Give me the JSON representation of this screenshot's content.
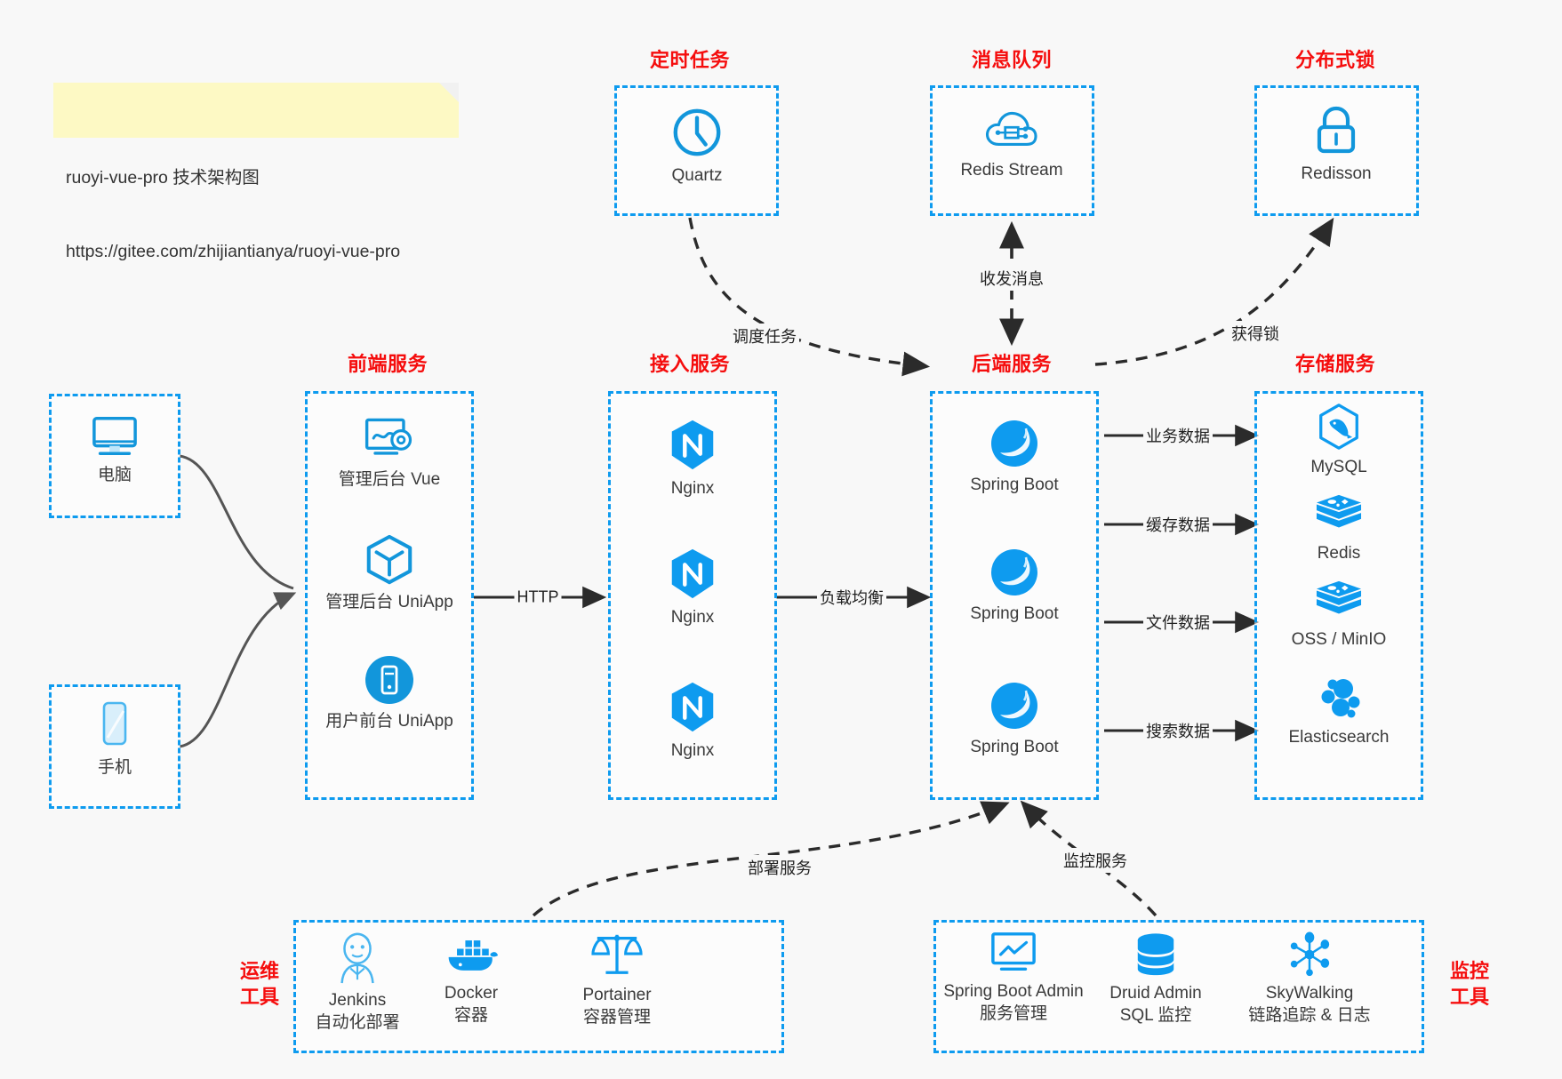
{
  "note": {
    "line1": "ruoyi-vue-pro 技术架构图",
    "line2": "https://gitee.com/zhijiantianya/ruoyi-vue-pro"
  },
  "colors": {
    "accent_blue": "#0e9bef",
    "header_red": "#f50d0d",
    "icon_blue": "#1296db",
    "background": "#f8f8f8",
    "note_yellow": "#fdf9c4",
    "edge_gray": "#4d4d4d"
  },
  "sections": {
    "scheduler": {
      "title": "定时任务"
    },
    "mq": {
      "title": "消息队列"
    },
    "lock": {
      "title": "分布式锁"
    },
    "frontend": {
      "title": "前端服务"
    },
    "gateway": {
      "title": "接入服务"
    },
    "backend": {
      "title": "后端服务"
    },
    "storage": {
      "title": "存储服务"
    },
    "devops": {
      "title": "运维\n工具"
    },
    "monitor": {
      "title": "监控\n工具"
    }
  },
  "nodes": {
    "quartz": {
      "label": "Quartz",
      "icon": "clock-icon"
    },
    "redis_stream": {
      "label": "Redis Stream",
      "icon": "cloud-stream-icon"
    },
    "redisson": {
      "label": "Redisson",
      "icon": "lock-icon"
    },
    "computer": {
      "label": "电脑",
      "icon": "desktop-monitor-icon"
    },
    "phone": {
      "label": "手机",
      "icon": "mobile-phone-icon"
    },
    "admin_vue": {
      "label": "管理后台 Vue",
      "icon": "dashboard-gear-icon"
    },
    "admin_uniapp": {
      "label": "管理后台 UniApp",
      "icon": "hexagon-cube-icon"
    },
    "user_uniapp": {
      "label": "用户前台 UniApp",
      "icon": "phone-circle-icon"
    },
    "nginx1": {
      "label": "Nginx",
      "icon": "nginx-icon"
    },
    "nginx2": {
      "label": "Nginx",
      "icon": "nginx-icon"
    },
    "nginx3": {
      "label": "Nginx",
      "icon": "nginx-icon"
    },
    "springboot1": {
      "label": "Spring Boot",
      "icon": "spring-leaf-icon"
    },
    "springboot2": {
      "label": "Spring Boot",
      "icon": "spring-leaf-icon"
    },
    "springboot3": {
      "label": "Spring Boot",
      "icon": "spring-leaf-icon"
    },
    "mysql": {
      "label": "MySQL",
      "icon": "mysql-dolphin-icon"
    },
    "redis": {
      "label": "Redis",
      "icon": "redis-stack-icon"
    },
    "oss_minio": {
      "label": "OSS / MinIO",
      "icon": "redis-stack-icon"
    },
    "elasticsearch": {
      "label": "Elasticsearch",
      "icon": "elasticsearch-icon"
    },
    "jenkins": {
      "label": "Jenkins",
      "sub": "自动化部署",
      "icon": "jenkins-butler-icon"
    },
    "docker": {
      "label": "Docker",
      "sub": "容器",
      "icon": "docker-whale-icon"
    },
    "portainer": {
      "label": "Portainer",
      "sub": "容器管理",
      "icon": "scales-icon"
    },
    "sba": {
      "label": "Spring Boot Admin",
      "sub": "服务管理",
      "icon": "monitor-chart-icon"
    },
    "druid": {
      "label": "Druid Admin",
      "sub": "SQL 监控",
      "icon": "database-icon"
    },
    "skywalking": {
      "label": "SkyWalking",
      "sub": "链路追踪 & 日志",
      "icon": "skywalking-node-icon"
    }
  },
  "edges": {
    "schedule_task": "调度任务",
    "send_receive_message": "收发消息",
    "acquire_lock": "获得锁",
    "http": "HTTP",
    "load_balance": "负载均衡",
    "business_data": "业务数据",
    "cache_data": "缓存数据",
    "file_data": "文件数据",
    "search_data": "搜索数据",
    "deploy_service": "部署服务",
    "monitor_service": "监控服务"
  }
}
